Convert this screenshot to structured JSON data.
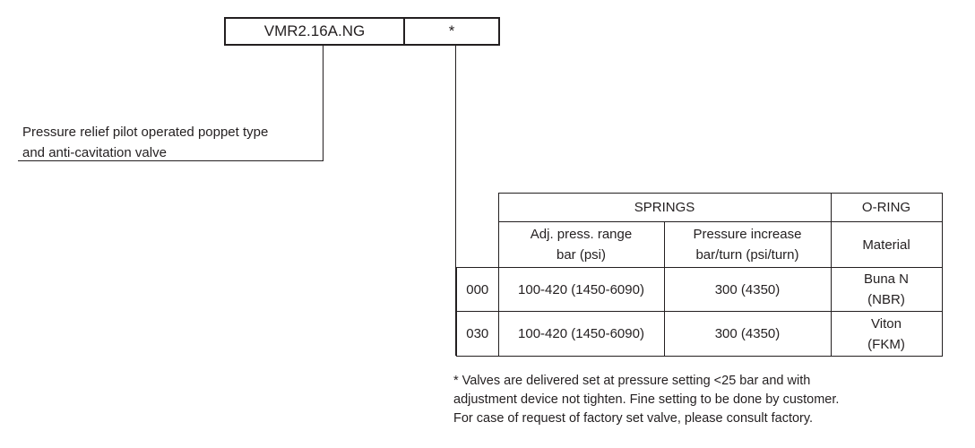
{
  "code": {
    "model": "VMR2.16A.NG",
    "option": "*"
  },
  "description": {
    "line1": "Pressure relief pilot operated poppet type",
    "line2": "and anti-cavitation valve"
  },
  "table": {
    "springs_header": "SPRINGS",
    "oring_header": "O-RING",
    "col_range_line1": "Adj. press. range",
    "col_range_line2": "bar (psi)",
    "col_increase_line1": "Pressure increase",
    "col_increase_line2": "bar/turn (psi/turn)",
    "col_material": "Material",
    "rows": [
      {
        "code": "000",
        "range": "100-420 (1450-6090)",
        "increase": "300 (4350)",
        "material_line1": "Buna N",
        "material_line2": "(NBR)"
      },
      {
        "code": "030",
        "range": "100-420 (1450-6090)",
        "increase": "300 (4350)",
        "material_line1": "Viton",
        "material_line2": "(FKM)"
      }
    ]
  },
  "note": {
    "line1": "* Valves are delivered set at pressure setting <25 bar and with",
    "line2": "adjustment device not tighten. Fine setting to be done by customer.",
    "line3": "For case of request of factory set valve, please consult factory."
  }
}
